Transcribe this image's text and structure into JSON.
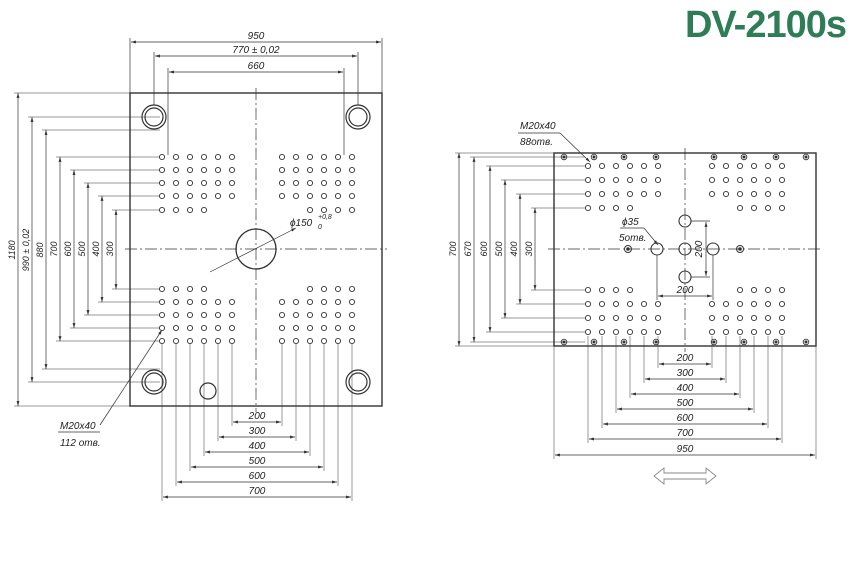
{
  "title": "DV-2100s",
  "accent_color": "#2e7d57",
  "line_color": "#333333",
  "left_view": {
    "top_dims": [
      "950",
      "770 ± 0,02",
      "660"
    ],
    "left_dims": [
      "1180",
      "990 ± 0,02",
      "880",
      "700",
      "600",
      "500",
      "400",
      "300"
    ],
    "bottom_dims": [
      "200",
      "300",
      "400",
      "500",
      "600",
      "700"
    ],
    "center_hole_label": "ϕ150",
    "center_hole_tol_upper": "+0,8",
    "center_hole_tol_lower": "0",
    "thread_label": "M20x40",
    "thread_count": "112 отв."
  },
  "right_view": {
    "thread_label": "M20x40",
    "thread_count": "88отв.",
    "left_dims": [
      "700",
      "670",
      "600",
      "500",
      "400",
      "300"
    ],
    "hole_label": "ϕ35",
    "hole_count": "5отв.",
    "vertical_inner_dim": "200",
    "horizontal_inner_dim": "200",
    "bottom_dims": [
      "200",
      "300",
      "400",
      "500",
      "600",
      "700",
      "950"
    ],
    "arrow_icon": "double-arrow-icon"
  }
}
